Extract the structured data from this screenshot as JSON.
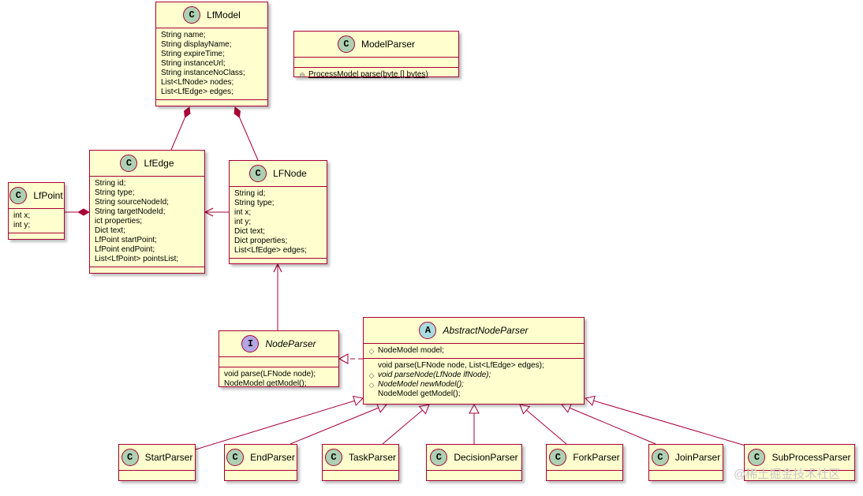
{
  "classes": {
    "lfmodel": {
      "name": "LfModel",
      "badge": "C",
      "fields": [
        "String name;",
        "String displayName;",
        "String expireTime;",
        "String instanceUrl;",
        "String instanceNoClass;",
        "List<LfNode> nodes;",
        "List<LfEdge> edges;"
      ]
    },
    "modelparser": {
      "name": "ModelParser",
      "badge": "C",
      "methods": [
        "ProcessModel parse(byte [] bytes)"
      ]
    },
    "lfedge": {
      "name": "LfEdge",
      "badge": "C",
      "fields": [
        "String id;",
        "String type;",
        "String sourceNodeId;",
        "String targetNodeId;",
        "ict properties;",
        "Dict text;",
        "LfPoint startPoint;",
        "LfPoint endPoint;",
        "List<LfPoint> pointsList;"
      ]
    },
    "lfnode": {
      "name": "LFNode",
      "badge": "C",
      "fields": [
        "String id;",
        "String type;",
        "int x;",
        "int y;",
        "Dict text;",
        "Dict properties;",
        "List<LfEdge> edges;"
      ]
    },
    "lfpoint": {
      "name": "LfPoint",
      "badge": "C",
      "fields": [
        "int x;",
        "int y;"
      ]
    },
    "nodeparser": {
      "name": "NodeParser",
      "badge": "I",
      "methods": [
        "void parse(LFNode node);",
        "NodeModel getModel();"
      ]
    },
    "abstractnodeparser": {
      "name": "AbstractNodeParser",
      "badge": "A",
      "fields": [
        "NodeModel model;"
      ],
      "methods": [
        "void parse(LFNode node, List<LfEdge> edges);",
        "void parseNode(LfNode lfNode);",
        "NodeModel newModel();",
        "NodeModel getModel();"
      ]
    },
    "startparser": {
      "name": "StartParser",
      "badge": "C"
    },
    "endparser": {
      "name": "EndParser",
      "badge": "C"
    },
    "taskparser": {
      "name": "TaskParser",
      "badge": "C"
    },
    "decisionparser": {
      "name": "DecisionParser",
      "badge": "C"
    },
    "forkparser": {
      "name": "ForkParser",
      "badge": "C"
    },
    "joinparser": {
      "name": "JoinParser",
      "badge": "C"
    },
    "subprocessparser": {
      "name": "SubProcessParser",
      "badge": "C"
    }
  },
  "colors": {
    "line": "#a80036",
    "box": "#fefece",
    "badge_class": "#add1b2",
    "badge_abstract": "#a9dcdf",
    "badge_interface": "#b4a7e5"
  },
  "watermark": "@稀土掘金技术社区"
}
